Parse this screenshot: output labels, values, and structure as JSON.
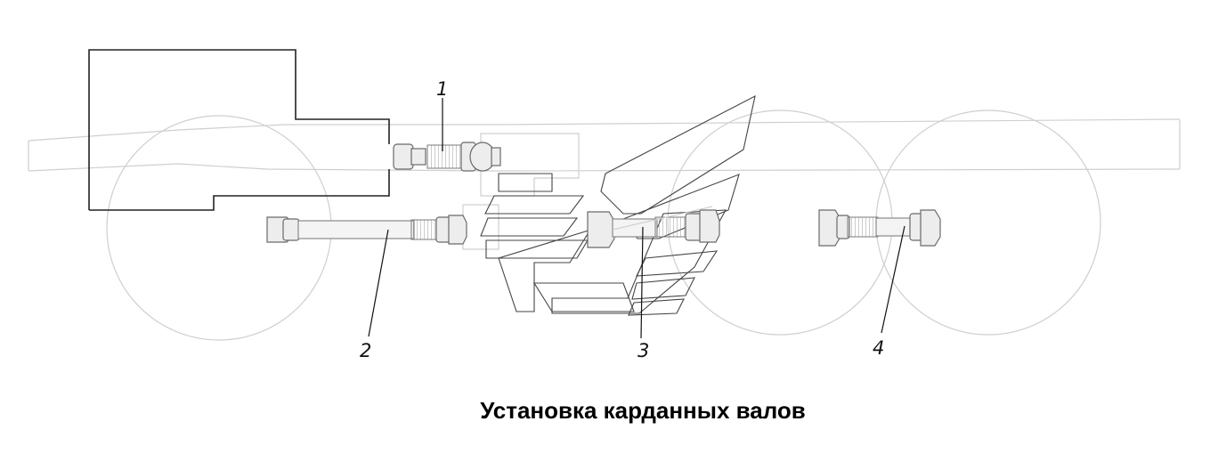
{
  "diagram": {
    "title": "Установка карданных валов",
    "callouts": [
      {
        "id": "1",
        "label": "1"
      },
      {
        "id": "2",
        "label": "2"
      },
      {
        "id": "3",
        "label": "3"
      },
      {
        "id": "4",
        "label": "4"
      }
    ]
  }
}
